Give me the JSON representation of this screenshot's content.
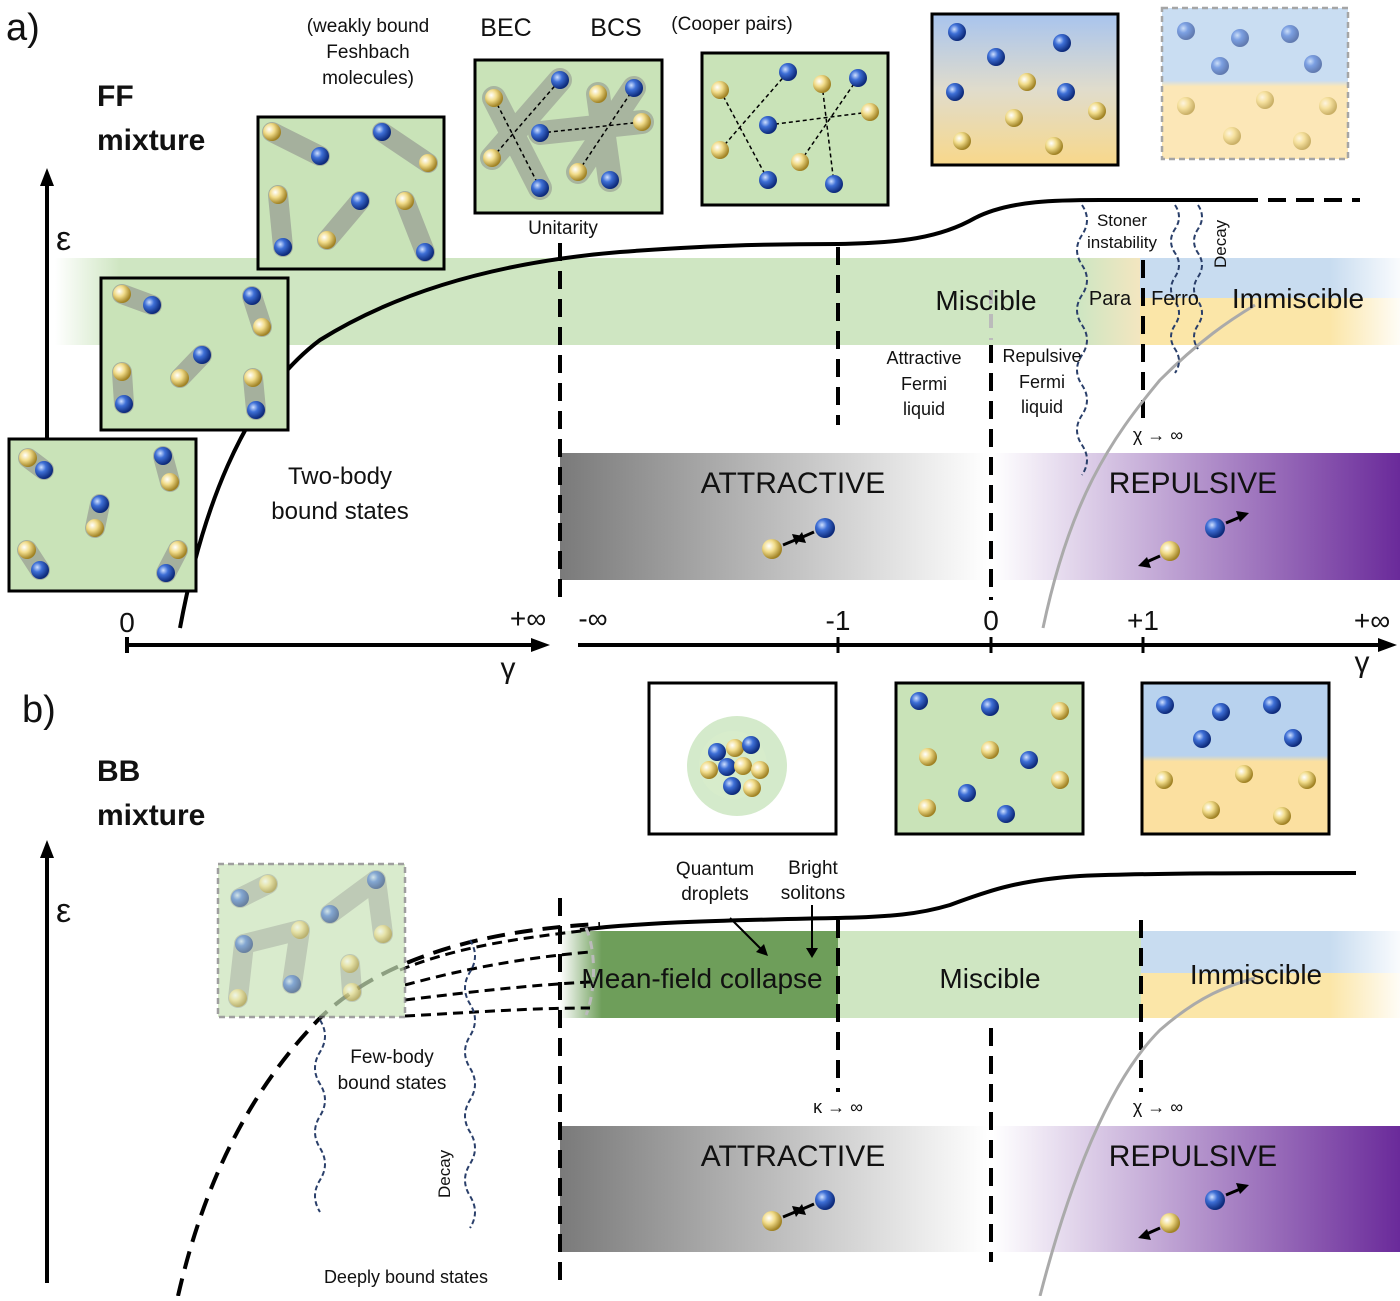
{
  "panel_a": {
    "label": "a)",
    "title_line1": "FF",
    "title_line2": "mixture",
    "energy_axis": "ε",
    "gamma_axis": "γ",
    "ticks_left": [
      "0",
      "+∞"
    ],
    "ticks_right": [
      "-∞",
      "-1",
      "0",
      "+1",
      "+∞"
    ],
    "top_labels": {
      "feshbach_1": "(weakly bound",
      "feshbach_2": "Feshbach",
      "feshbach_3": "molecules)",
      "bec": "BEC",
      "bcs": "BCS",
      "cooper": "(Cooper pairs)",
      "unitarity": "Unitarity"
    },
    "stoner_1": "Stoner",
    "stoner_2": "instability",
    "decay": "Decay",
    "miscible": "Miscible",
    "para": "Para",
    "ferro": "Ferro",
    "immiscible": "Immiscible",
    "attr_fermi": [
      "Attractive",
      "Fermi",
      "liquid"
    ],
    "rep_fermi": [
      "Repulsive",
      "Fermi",
      "liquid"
    ],
    "chi": "χ → ∞",
    "two_body_1": "Two-body",
    "two_body_2": "bound states",
    "attractive": "ATTRACTIVE",
    "repulsive": "REPULSIVE"
  },
  "panel_b": {
    "label": "b)",
    "title_line1": "BB",
    "title_line2": "mixture",
    "energy_axis": "ε",
    "quantum_1": "Quantum",
    "quantum_2": "droplets",
    "bright_1": "Bright",
    "bright_2": "solitons",
    "collapse": "Mean-field collapse",
    "miscible": "Miscible",
    "immiscible": "Immiscible",
    "kappa": "κ → ∞",
    "chi": "χ → ∞",
    "few_body_1": "Few-body",
    "few_body_2": "bound states",
    "decay": "Decay",
    "deeply": "Deeply bound states",
    "attractive": "ATTRACTIVE",
    "repulsive": "REPULSIVE"
  },
  "colors": {
    "green_band": "#cfe6c2",
    "box_green": "#c9e3b8",
    "dark_green": "#6e9e5a",
    "blue_band": "#c8dcf0",
    "yellow_band": "#fbe6a8",
    "purple": "#6a2a9a",
    "gray": "#7a7a7a"
  }
}
